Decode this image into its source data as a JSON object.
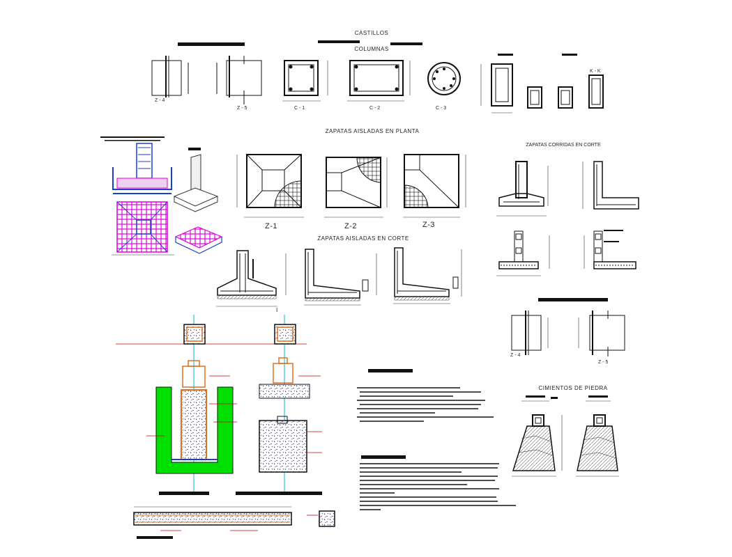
{
  "titles": {
    "castillos": "CASTILLOS",
    "columnas": "COLUMNAS",
    "zapatas_planta": "ZAPATAS AISLADAS EN PLANTA",
    "zapatas_corridas": "ZAPATAS CORRIDAS EN CORTE",
    "zapatas_corte": "ZAPATAS AISLADAS EN CORTE",
    "cimientos": "CIMIENTOS DE PIEDRA"
  },
  "labels": {
    "z4": "Z - 4",
    "z5": "Z - 5",
    "c1": "C - 1",
    "c2": "C - 2",
    "c3": "C - 3",
    "kk": "K - K",
    "zp1": "Z-1",
    "zp2": "Z-2",
    "zp3": "Z-3",
    "z4b": "Z - 4",
    "z5b": "Z - 5",
    "roman": "I"
  },
  "colors": {
    "line": "#111111",
    "rebar_red": "#d00000",
    "concrete_blue": "#1a3fd0",
    "magenta": "#e000e0",
    "cyan": "#00b8d8",
    "green": "#00e000",
    "orange": "#e07020"
  }
}
